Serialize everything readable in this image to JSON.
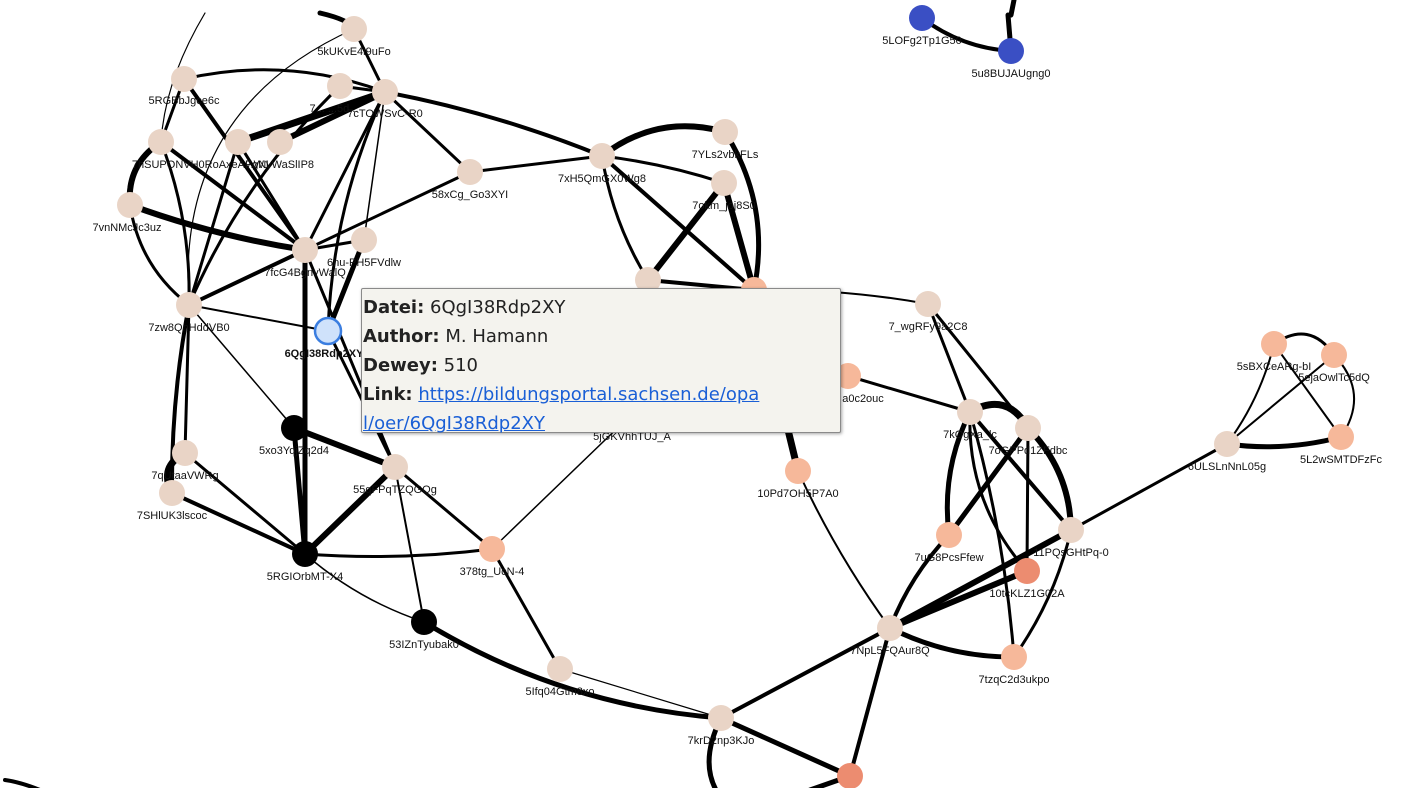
{
  "colors": {
    "edge": "#000000",
    "node_default": "#e9d4c6",
    "node_light_orange": "#f6b89a",
    "node_orange": "#ec8c70",
    "node_black": "#000000",
    "node_blue": "#3a4fc4",
    "node_selected_fill": "#cfe2fb",
    "node_selected_stroke": "#3b7ee0"
  },
  "graph": {
    "selected_node": "6QgI38Rdp2XY",
    "nodes": [
      {
        "id": "5kUKvE4i9uFo",
        "label": "5kUKvE4i9uFo",
        "color": "default"
      },
      {
        "id": "5RGBbJgce6c",
        "label": "5RGBbJgce6c",
        "color": "default"
      },
      {
        "id": "n_top_340",
        "label": "7... ...5d...",
        "color": "default"
      },
      {
        "id": "n_top_385",
        "label": "7cTOWSvC-R0",
        "color": "default"
      },
      {
        "id": "7hSUPONVH0",
        "label": "7hSUPONVH0RoAxeAF.W1",
        "color": "default"
      },
      {
        "id": "n_238",
        "label": "",
        "color": "default"
      },
      {
        "id": "7gNyWaSlIP8",
        "label": "7gNyWaSlIP8",
        "color": "default"
      },
      {
        "id": "7vnNMcJc3uz",
        "label": "7vnNMcJc3uz",
        "color": "default"
      },
      {
        "id": "7fcG4BgnvWalQ",
        "label": "7fcG4BgnvWalQ",
        "color": "default"
      },
      {
        "id": "6nu-PH5FVdlw",
        "label": "6nu-PH5FVdlw",
        "color": "default"
      },
      {
        "id": "58xCg_Go3XYI",
        "label": "58xCg_Go3XYI",
        "color": "default"
      },
      {
        "id": "7zw8QnHddVB0",
        "label": "7zw8QnHddVB0",
        "color": "default"
      },
      {
        "id": "6QgI38Rdp2XY",
        "label": "6QgI38Rdp2XY",
        "color": "selected"
      },
      {
        "id": "7qUtaaVWRg",
        "label": "7qUtaaVWRg",
        "color": "default"
      },
      {
        "id": "7SHlUK3lscoc",
        "label": "7SHlUK3lscoc",
        "color": "default"
      },
      {
        "id": "5xo3YqjZq2d4",
        "label": "5xo3YqjZq2d4",
        "color": "black"
      },
      {
        "id": "55qFPqTZQGQg",
        "label": "55qFPqTZQGQg",
        "color": "default"
      },
      {
        "id": "5RGIOrbMT-X4",
        "label": "5RGIOrbMT-X4",
        "color": "black"
      },
      {
        "id": "378tg_UcN-4",
        "label": "378tg_UcN-4",
        "color": "light_orange"
      },
      {
        "id": "53IZnTyubak0",
        "label": "53IZnTyubak0",
        "color": "black"
      },
      {
        "id": "5Ifq04Gtm8xo",
        "label": "5Ifq04Gtm8xo",
        "color": "default"
      },
      {
        "id": "7krD2np3KJo",
        "label": "7krD2np3KJo",
        "color": "default"
      },
      {
        "id": "n_bottom_850",
        "label": "",
        "color": "orange"
      },
      {
        "id": "7xH5QmGX0Wg8",
        "label": "7xH5QmGX0Wg8",
        "color": "default"
      },
      {
        "id": "7YLs2vbkFLs",
        "label": "7YLs2vbkFLs",
        "color": "default"
      },
      {
        "id": "7okm_joj8S0",
        "label": "7okm_joj8S0",
        "color": "default"
      },
      {
        "id": "n_648",
        "label": "",
        "color": "default"
      },
      {
        "id": "n_754",
        "label": "",
        "color": "light_orange"
      },
      {
        "id": "7_wgRFy9a2C8",
        "label": "7_wgRFy9a2C8",
        "color": "default"
      },
      {
        "id": "n_848",
        "label": "a0c2ouc",
        "color": "light_orange"
      },
      {
        "id": "5jGKVhhTUJ_A",
        "label": "5jGKVhhTUJ_A",
        "color": "default"
      },
      {
        "id": "10Pd7OH5P7A0",
        "label": "10Pd7OH5P7A0",
        "color": "light_orange"
      },
      {
        "id": "7kOgXa_lc",
        "label": "7kOgXa_lc",
        "color": "default"
      },
      {
        "id": "7oGPPd1ZFdbc",
        "label": "7oGPPd1ZFdbc",
        "color": "default"
      },
      {
        "id": "7uG8PcsFfew",
        "label": "7uG8PcsFfew",
        "color": "light_orange"
      },
      {
        "id": "11PQsGHtPq-0",
        "label": "11PQsGHtPq-0",
        "color": "default"
      },
      {
        "id": "10tcKLZ1G02A",
        "label": "10tcKLZ1G02A",
        "color": "orange"
      },
      {
        "id": "7NpL5FQAur8Q",
        "label": "7NpL5FQAur8Q",
        "color": "default"
      },
      {
        "id": "7tzqC2d3ukpo",
        "label": "7tzqC2d3ukpo",
        "color": "light_orange"
      },
      {
        "id": "6ULSLnNnL05g",
        "label": "6ULSLnNnL05g",
        "color": "default"
      },
      {
        "id": "5sBXCeARg-bI",
        "label": "5sBXCeARg-bI",
        "color": "light_orange"
      },
      {
        "id": "5ejaOwlTc5dQ",
        "label": "5ejaOwlTc5dQ",
        "color": "light_orange"
      },
      {
        "id": "5L2wSMTDFzFc",
        "label": "5L2wSMTDFzFc",
        "color": "light_orange"
      },
      {
        "id": "5LOFg2Tp1G50",
        "label": "5LOFg2Tp1G50",
        "color": "blue"
      },
      {
        "id": "5u8BUJAUgng0",
        "label": "5u8BUJAUgng0",
        "color": "blue"
      }
    ]
  },
  "tooltip": {
    "file_label": "Datei:",
    "file_value": "6QgI38Rdp2XY",
    "author_label": "Author:",
    "author_value": "M. Hamann",
    "dewey_label": "Dewey:",
    "dewey_value": "510",
    "link_label": "Link:",
    "link_value": "https://bildungsportal.sachsen.de/opal/oer/6QgI38Rdp2XY"
  }
}
